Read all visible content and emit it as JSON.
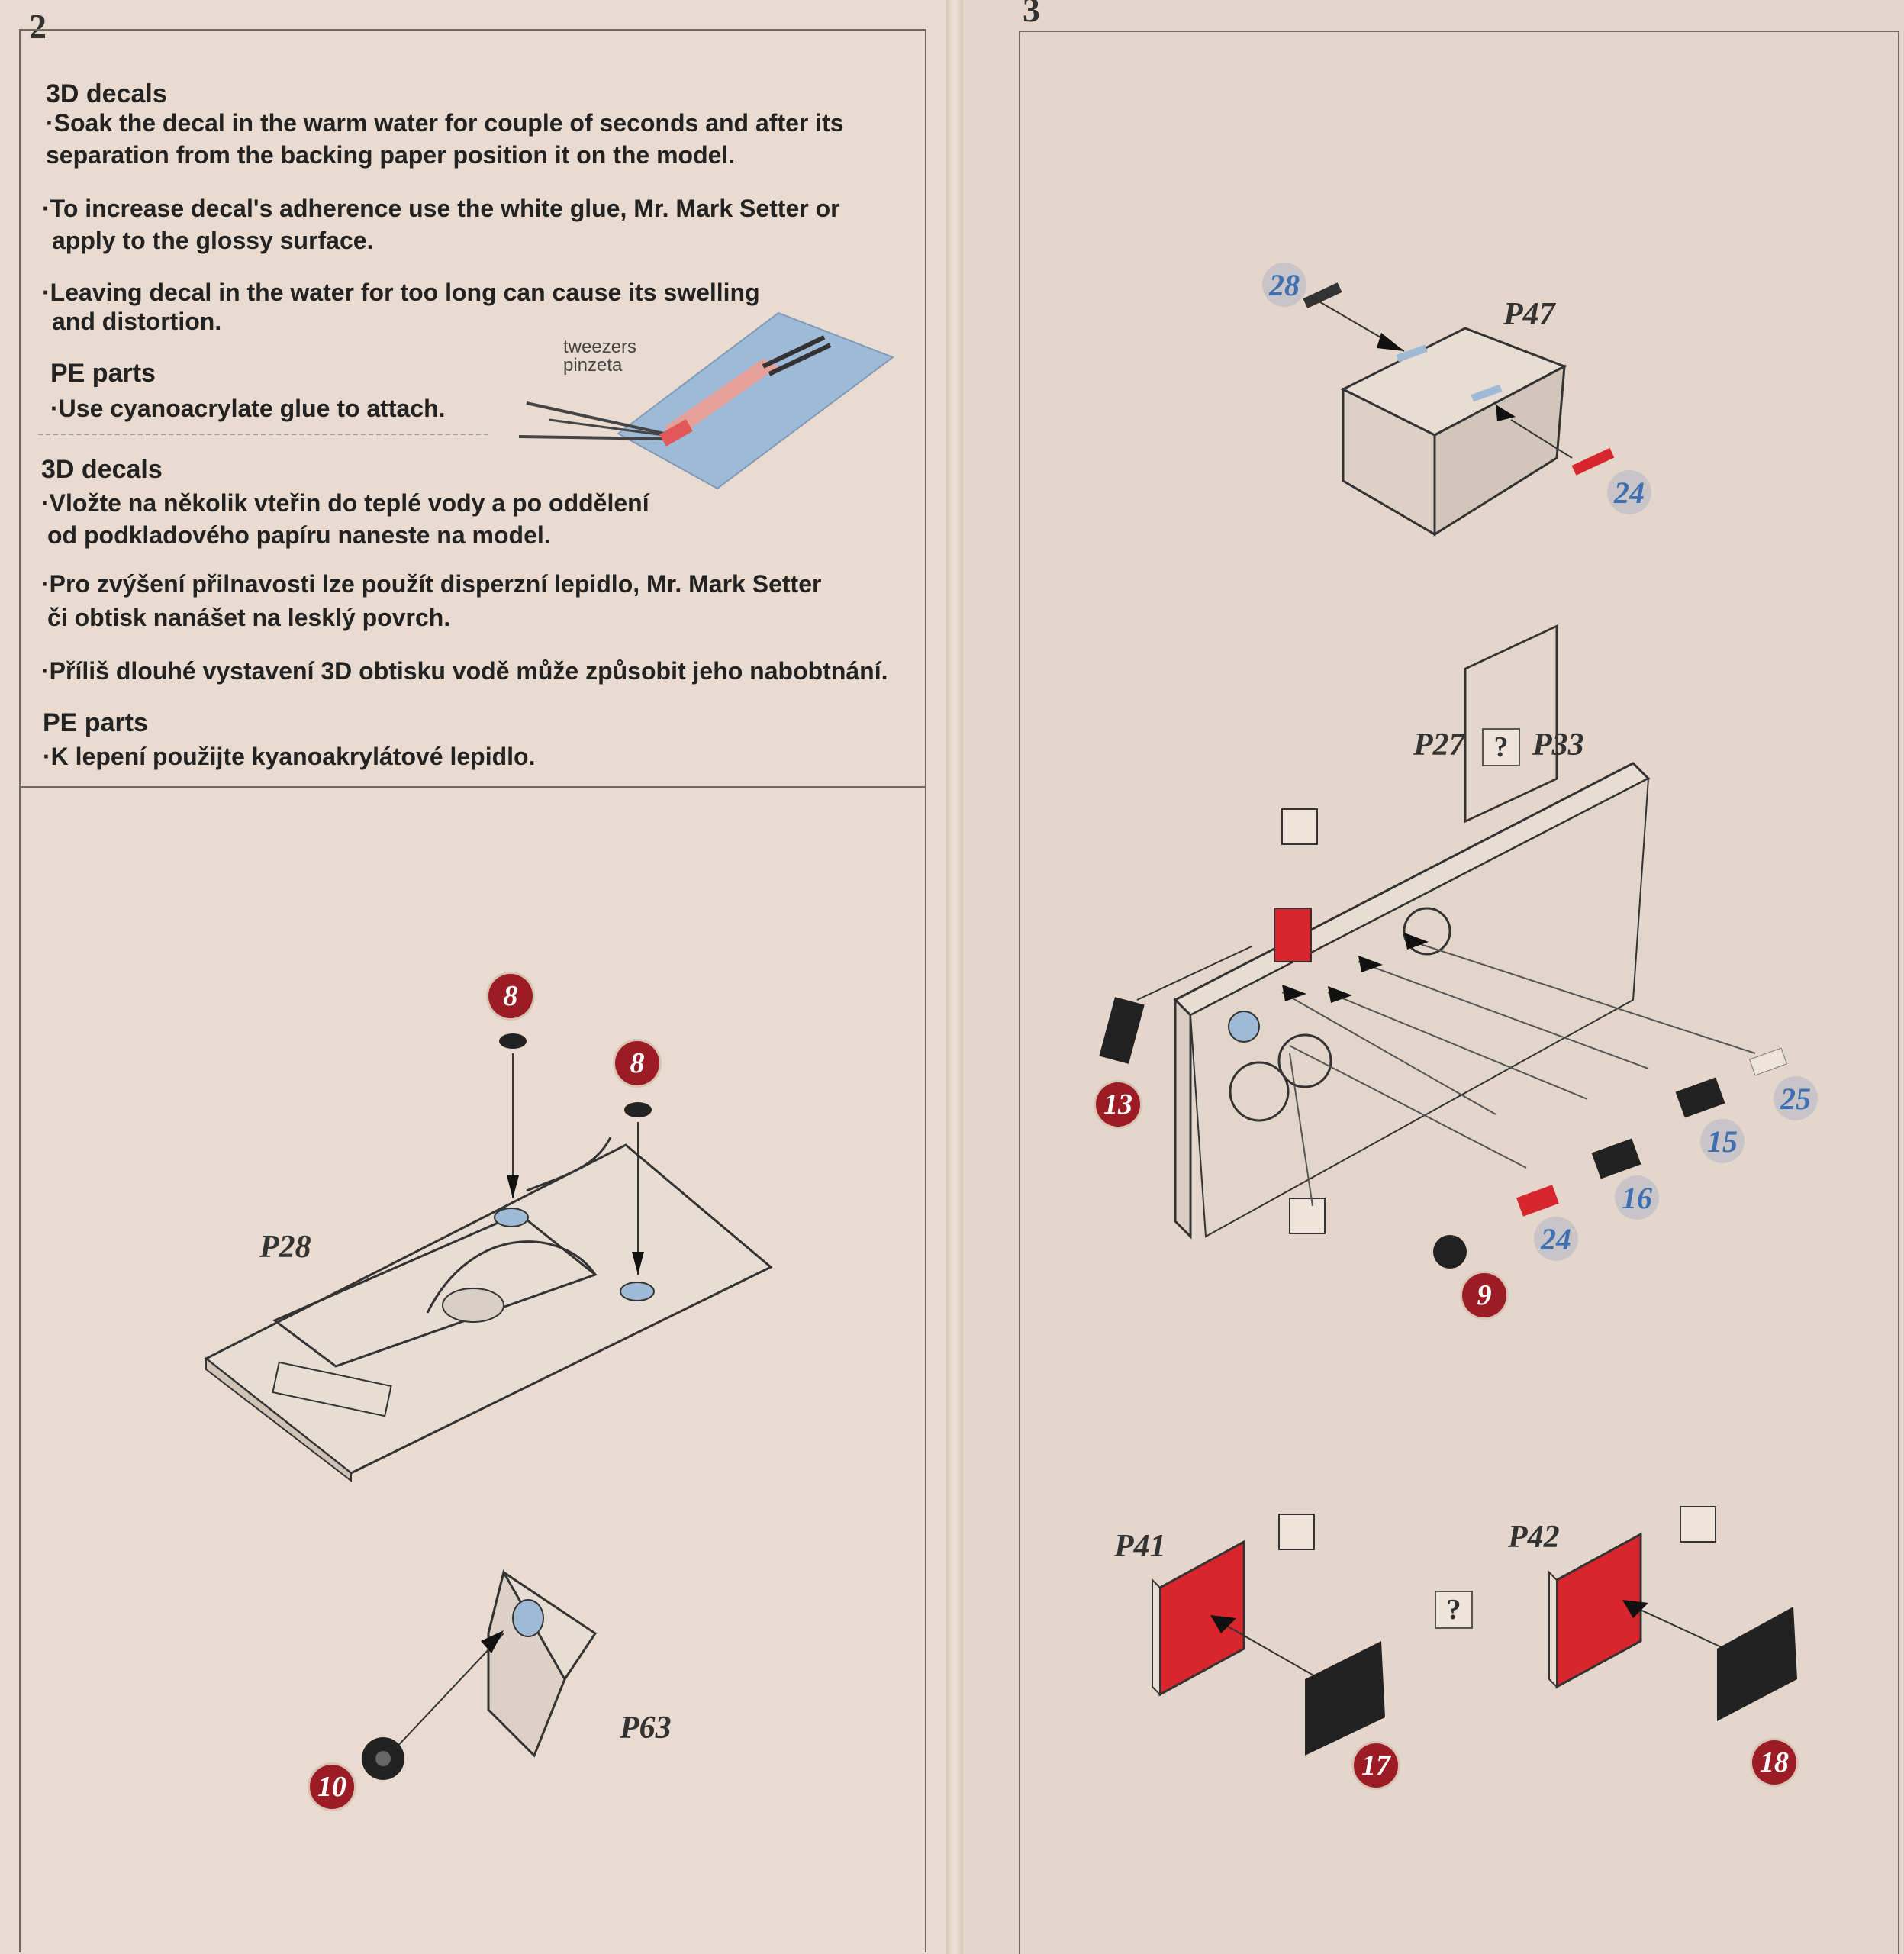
{
  "page_left": "2",
  "page_right": "3",
  "instructions": {
    "en_3d_title": "3D decals",
    "en_3d_1a": "·Soak the decal in the warm water for couple of seconds and after its",
    "en_3d_1b": "separation from the backing paper position it on the model.",
    "en_3d_2a": "·To increase decal's adherence use the white glue, Mr. Mark Setter or",
    "en_3d_2b": "apply to the glossy surface.",
    "en_3d_3a": "·Leaving decal in the water for too long can cause its swelling",
    "en_3d_3b": "and distortion.",
    "en_pe_title": "PE parts",
    "en_pe_1": "·Use cyanoacrylate glue to attach.",
    "tool_en": "tweezers",
    "tool_cz": "pinzeta",
    "cz_3d_title": "3D decals",
    "cz_3d_1a": "·Vložte na několik vteřin do teplé vody a po oddělení",
    "cz_3d_1b": "od podkladového papíru naneste na model.",
    "cz_3d_2a": "·Pro zvýšení přilnavosti lze použít disperzní lepidlo, Mr. Mark Setter",
    "cz_3d_2b": "či obtisk nanášet na lesklý povrch.",
    "cz_3d_3": "·Příliš dlouhé vystavení 3D obtisku vodě může způsobit jeho nabobtnání.",
    "cz_pe_title": "PE parts",
    "cz_pe_1": "·K lepení použijte kyanoakrylátové lepidlo."
  },
  "left_diagram": {
    "part_p28": "P28",
    "part_p63": "P63",
    "callout_8a": "8",
    "callout_8b": "8",
    "callout_10": "10"
  },
  "right_diagram": {
    "part_p47": "P47",
    "part_p27": "P27",
    "part_p33": "P33",
    "part_p41": "P41",
    "part_p42": "P42",
    "question": "?",
    "question2": "?",
    "callout_28": "28",
    "callout_24a": "24",
    "callout_13": "13",
    "callout_25": "25",
    "callout_15": "15",
    "callout_16": "16",
    "callout_24b": "24",
    "callout_9": "9",
    "callout_17": "17",
    "callout_18": "18"
  },
  "colors": {
    "decal_red": "#d9262c",
    "callout_red": "#9b1c24",
    "callout_blue_text": "#3e6fb0",
    "paper_blue": "#9fbad6"
  }
}
